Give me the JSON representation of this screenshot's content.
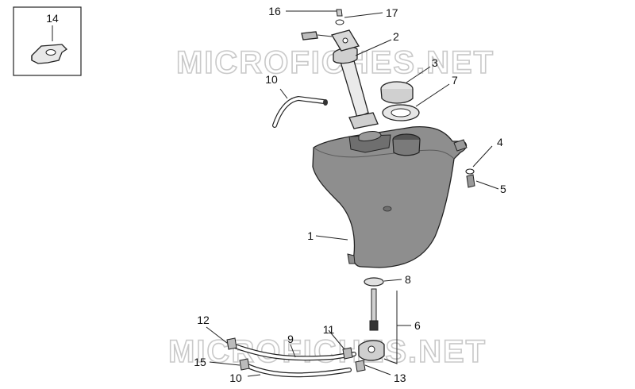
{
  "watermark_text": "MICROFICHES.NET",
  "callouts": {
    "c1": "1",
    "c2": "2",
    "c3": "3",
    "c4": "4",
    "c5": "5",
    "c6": "6",
    "c7": "7",
    "c8": "8",
    "c9": "9",
    "c10a": "10",
    "c10b": "10",
    "c11": "11",
    "c12": "12",
    "c13": "13",
    "c14": "14",
    "c15": "15",
    "c16": "16",
    "c17": "17"
  },
  "colors": {
    "tank_fill": "#8e8e8e",
    "tank_dark": "#6a6a6a",
    "part_light": "#d8d8d8",
    "line": "#222222",
    "watermark": "#c9c9c9"
  }
}
